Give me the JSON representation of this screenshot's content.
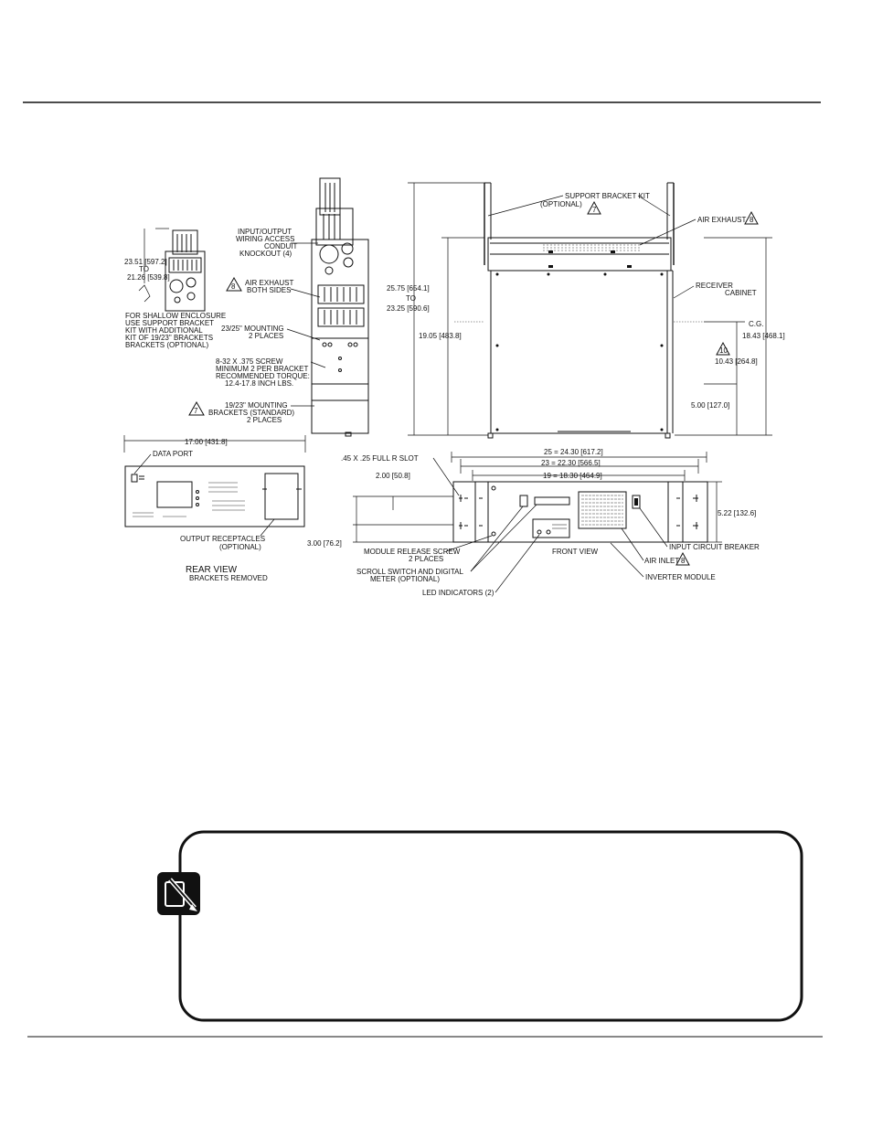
{
  "labels": {
    "left_height_dim": "23.51 [597.2]",
    "left_height_to": "TO",
    "left_height_dim2": "21.26 [539.8]",
    "shallow_note_1": "FOR SHALLOW ENCLOSURE",
    "shallow_note_2": "USE SUPPORT BRACKET",
    "shallow_note_3": "KIT WITH ADDITIONAL",
    "shallow_note_4": "KIT OF 19/23\" BRACKETS",
    "shallow_note_5": "BRACKETS (OPTIONAL)",
    "io_1": "INPUT/OUTPUT",
    "io_2": "WIRING ACCESS",
    "io_3": "CONDUIT",
    "io_4": "KNOCKOUT (4)",
    "exhaust_side_1": "AIR EXHAUST",
    "exhaust_side_2": "BOTH SIDES",
    "mount_2325_1": "23/25\" MOUNTING",
    "mount_2325_2": "2 PLACES",
    "screw_1": "8-32 X .375 SCREW",
    "screw_2": "MINIMUM 2 PER BRACKET",
    "screw_3": "RECOMMENDED TORQUE:",
    "screw_4": "12.4-17.8 INCH LBS.",
    "mount_1923_1": "19/23\" MOUNTING",
    "mount_1923_2": "BRACKETS (STANDARD)",
    "mount_1923_3": "2 PLACES",
    "depth_1": "25.75 [654.1]",
    "depth_to": "TO",
    "depth_2": "23.25 [590.6]",
    "depth_3": "19.05 [483.8]",
    "support_kit_1": "SUPPORT BRACKET KIT",
    "support_kit_2": "(OPTIONAL)",
    "air_exhaust": "AIR EXHAUST",
    "receiver_1": "RECEIVER",
    "receiver_2": "CABINET",
    "cg": "C.G.",
    "cg_dim": "18.43 [468.1]",
    "cg_dim2": "10.43 [264.8]",
    "cg_dim3": "5.00 [127.0]",
    "rear_width": "17.00 [431.8]",
    "data_port": "DATA PORT",
    "output_recept_1": "OUTPUT RECEPTACLES",
    "output_recept_2": "(OPTIONAL)",
    "rear_view": "REAR VIEW",
    "brackets_removed": "BRACKETS REMOVED",
    "slot": ".45 X .25 FULL R SLOT",
    "w25": "25 = 24.30 [617.2]",
    "w23": "23 = 22.30 [566.5]",
    "w19": "19 = 18.30 [464.9]",
    "h200": "2.00 [50.8]",
    "h300": "3.00 [76.2]",
    "h522": "5.22 [132.6]",
    "release_1": "MODULE RELEASE SCREW",
    "release_2": "2 PLACES",
    "scroll_1": "SCROLL SWITCH AND DIGITAL",
    "scroll_2": "METER (OPTIONAL)",
    "led": "LED INDICATORS (2)",
    "front_view": "FRONT VIEW",
    "air_inlet": "AIR INLET",
    "inverter": "INVERTER MODULE",
    "breaker": "INPUT CIRCUIT BREAKER",
    "tri7": "7",
    "tri8": "8",
    "tri10": "10"
  },
  "note_icon": "pencil-note-icon"
}
